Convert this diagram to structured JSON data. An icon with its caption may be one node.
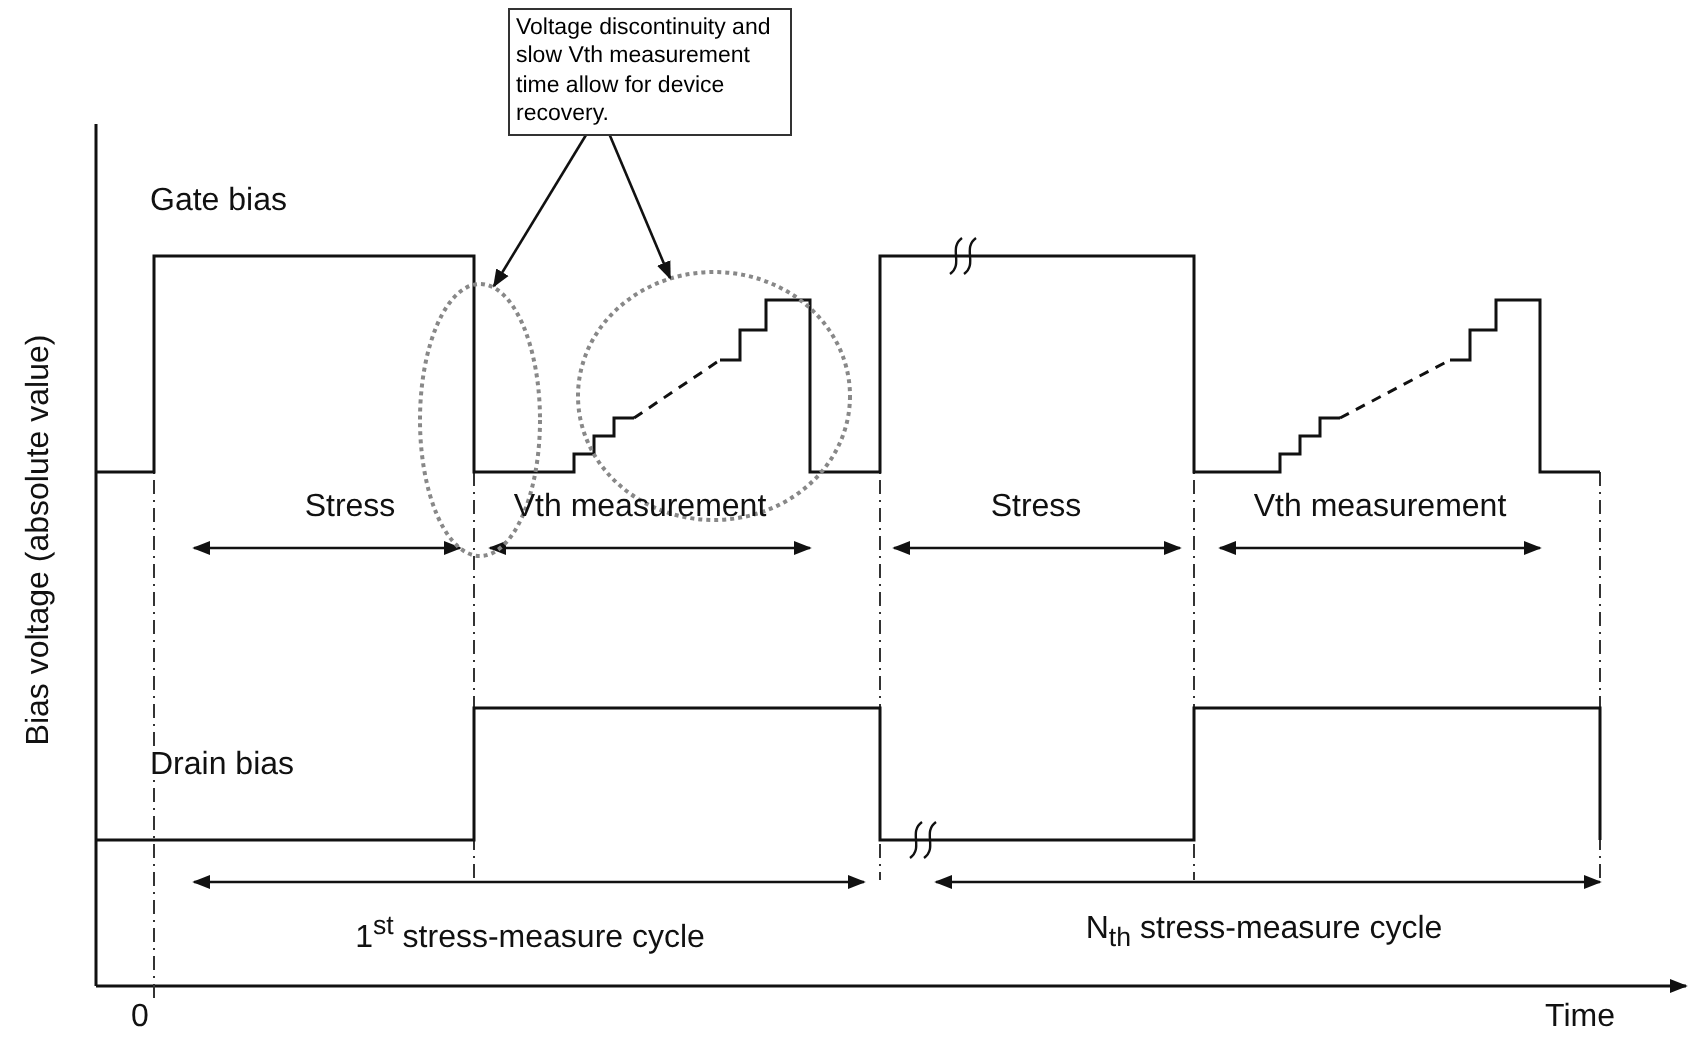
{
  "diagram": {
    "nodes": [
      {
        "text": [
          "Voltage discontinuity and slow Vth measurement time allow for device recovery."
        ]
      },
      {
        "text": [],
        "shape": "circle"
      },
      {
        "text": [],
        "shape": "circle"
      }
    ],
    "edges": [
      {
        "from": 0,
        "to": 1,
        "arrow": "to"
      },
      {
        "from": 0,
        "to": 2,
        "arrow": "to"
      }
    ],
    "labels": [
      "Gate bias",
      "Stress",
      "Vth measurement",
      "Stress",
      "Vth measurement",
      "Drain bias",
      "1$^{st}$ stress-measure cycle",
      "N$_{th}$ stress-measure cycle",
      "Bias voltage (absolute value)",
      "0",
      "Time"
    ]
  }
}
